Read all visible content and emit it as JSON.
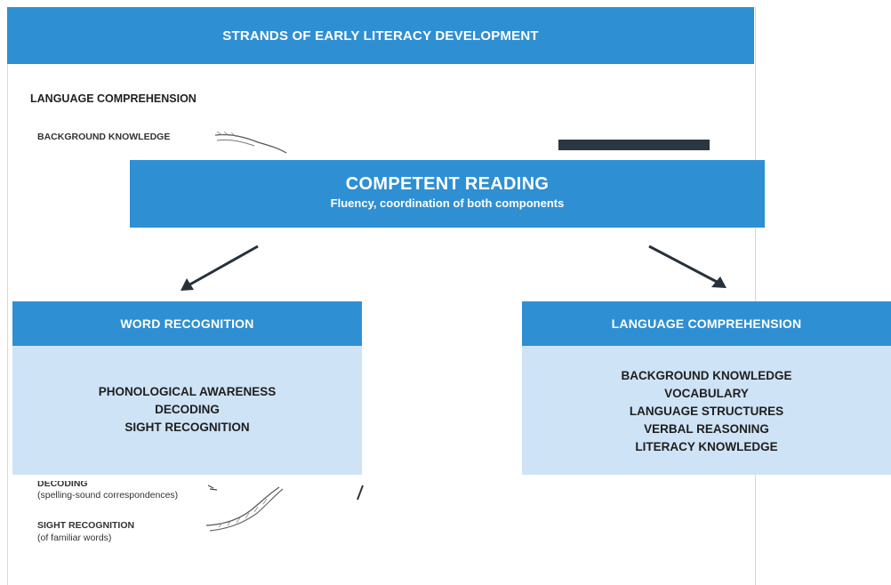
{
  "background": {
    "header": "STRANDS OF EARLY LITERACY DEVELOPMENT",
    "section_title": "LANGUAGE COMPREHENSION",
    "background_knowledge": "BACKGROUND KNOWLEDGE",
    "decoding_partial": "DECODING",
    "decoding_note": "(spelling-sound correspondences)",
    "sight_recognition": "SIGHT RECOGNITION",
    "sight_note": "(of familiar words)"
  },
  "top": {
    "title": "COMPETENT READING",
    "subtitle": "Fluency, coordination of both components"
  },
  "left_panel": {
    "title": "WORD RECOGNITION",
    "items": [
      "PHONOLOGICAL AWARENESS",
      "DECODING",
      "SIGHT RECOGNITION"
    ]
  },
  "right_panel": {
    "title": "LANGUAGE COMPREHENSION",
    "items": [
      "BACKGROUND KNOWLEDGE",
      "VOCABULARY",
      "LANGUAGE STRUCTURES",
      "VERBAL REASONING",
      "LITERACY KNOWLEDGE"
    ]
  },
  "colors": {
    "accent": "#2f8fd3",
    "panel_fill": "#cfe3f6",
    "arrow": "#26313b"
  }
}
